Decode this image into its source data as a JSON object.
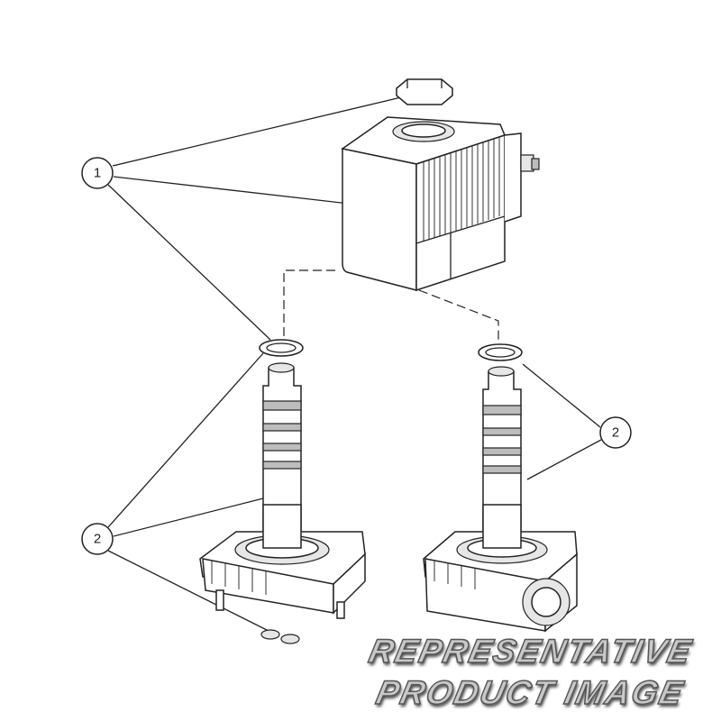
{
  "callouts": [
    {
      "label": "1"
    },
    {
      "label": "2"
    },
    {
      "label": "2"
    }
  ],
  "watermark": {
    "line1": "REPRESENTATIVE",
    "line2": "PRODUCT IMAGE"
  }
}
